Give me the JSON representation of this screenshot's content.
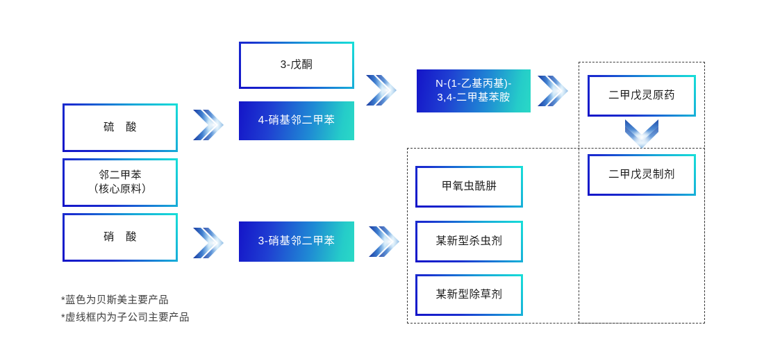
{
  "diagram": {
    "title_hidden": "",
    "colors": {
      "gradient_start": "#1414c8",
      "gradient_mid": "#1f8ad4",
      "gradient_end": "#2ad9c6",
      "dashed_border": "#3a3a3a",
      "text_dark": "#1a1a1a",
      "text_light": "#ffffff",
      "footnote": "#3c3c3c",
      "background": "#ffffff"
    },
    "inputs": [
      {
        "id": "sulfuric-acid",
        "label": "硫　酸",
        "style": "outline"
      },
      {
        "id": "o-xylene",
        "label": "邻二甲苯\n（核心原料）",
        "style": "outline"
      },
      {
        "id": "nitric-acid",
        "label": "硝　酸",
        "style": "outline"
      }
    ],
    "intermediates": [
      {
        "id": "3-pentanone",
        "label": "3-戊酮",
        "style": "outline"
      },
      {
        "id": "4-nitro-o-xylene",
        "label": "4-硝基邻二甲苯",
        "style": "filled"
      },
      {
        "id": "3-nitro-o-xylene",
        "label": "3-硝基邻二甲苯",
        "style": "filled"
      }
    ],
    "amine": {
      "id": "dimethyl-aniline",
      "label": "N-(1-乙基丙基)-\n3,4-二甲基苯胺",
      "style": "filled"
    },
    "subsidiary_products": [
      {
        "id": "methoxyfenozide",
        "label": "甲氧虫酰肼",
        "style": "outline"
      },
      {
        "id": "new-insecticide",
        "label": "某新型杀虫剂",
        "style": "outline"
      },
      {
        "id": "new-herbicide",
        "label": "某新型除草剂",
        "style": "outline"
      }
    ],
    "pendimethalin": [
      {
        "id": "pendimethalin-tech",
        "label": "二甲戊灵原药",
        "style": "outline"
      },
      {
        "id": "pendimethalin-formulation",
        "label": "二甲戊灵制剂",
        "style": "outline"
      }
    ],
    "arrows": [
      {
        "id": "arrow-sulfuric-to-nitro4",
        "direction": "right"
      },
      {
        "id": "arrow-nitric-to-nitro3",
        "direction": "right"
      },
      {
        "id": "arrow-intermediates-to-amine",
        "direction": "right"
      },
      {
        "id": "arrow-amine-to-pendimethalin",
        "direction": "right"
      },
      {
        "id": "arrow-nitro3-to-subsidiary",
        "direction": "right"
      },
      {
        "id": "arrow-tech-to-formulation",
        "direction": "down"
      }
    ],
    "frames": [
      {
        "id": "subsidiary-frame",
        "label": ""
      },
      {
        "id": "pendimethalin-frame",
        "label": ""
      }
    ],
    "footnotes": [
      "*蓝色为贝斯美主要产品",
      "*虚线框内为子公司主要产品"
    ]
  }
}
